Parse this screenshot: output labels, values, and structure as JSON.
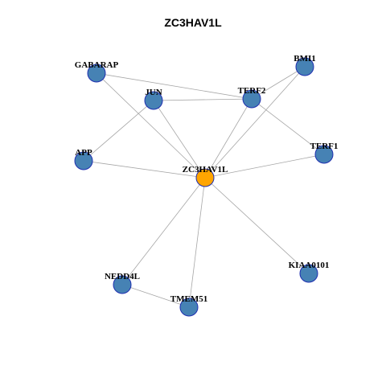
{
  "title": "ZC3HAV1L",
  "colors": {
    "hub_fill": "#FFA500",
    "node_fill": "#4682B4",
    "node_stroke": "#1F2FB0",
    "edge": "#A6A6A6"
  },
  "nodes": [
    {
      "id": "ZC3HAV1L",
      "label": "ZC3HAV1L",
      "role": "hub"
    },
    {
      "id": "GABARAP",
      "label": "GABARAP",
      "role": "neighbor"
    },
    {
      "id": "JUN",
      "label": "JUN",
      "role": "neighbor"
    },
    {
      "id": "TERF2",
      "label": "TERF2",
      "role": "neighbor"
    },
    {
      "id": "BMI1",
      "label": "BMI1",
      "role": "neighbor"
    },
    {
      "id": "APP",
      "label": "APP",
      "role": "neighbor"
    },
    {
      "id": "TERF1",
      "label": "TERF1",
      "role": "neighbor"
    },
    {
      "id": "NEDD4L",
      "label": "NEDD4L",
      "role": "neighbor"
    },
    {
      "id": "TMEM51",
      "label": "TMEM51",
      "role": "neighbor"
    },
    {
      "id": "KIAA0101",
      "label": "KIAA0101",
      "role": "neighbor"
    }
  ],
  "edges": [
    [
      "ZC3HAV1L",
      "GABARAP"
    ],
    [
      "ZC3HAV1L",
      "JUN"
    ],
    [
      "ZC3HAV1L",
      "TERF2"
    ],
    [
      "ZC3HAV1L",
      "BMI1"
    ],
    [
      "ZC3HAV1L",
      "APP"
    ],
    [
      "ZC3HAV1L",
      "TERF1"
    ],
    [
      "ZC3HAV1L",
      "NEDD4L"
    ],
    [
      "ZC3HAV1L",
      "TMEM51"
    ],
    [
      "ZC3HAV1L",
      "KIAA0101"
    ],
    [
      "GABARAP",
      "TERF2"
    ],
    [
      "JUN",
      "TERF2"
    ],
    [
      "JUN",
      "APP"
    ],
    [
      "TERF2",
      "BMI1"
    ],
    [
      "TERF2",
      "TERF1"
    ],
    [
      "NEDD4L",
      "TMEM51"
    ]
  ]
}
